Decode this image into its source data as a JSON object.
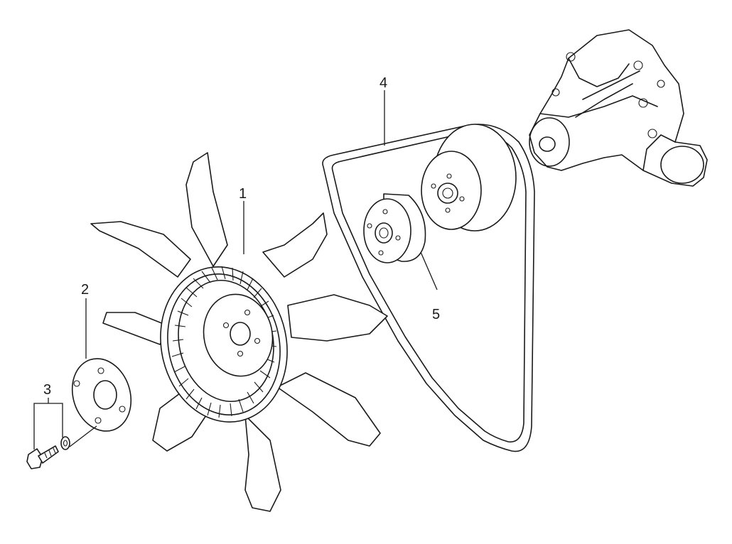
{
  "callouts": {
    "fan": "1",
    "spacer": "2",
    "bolt_washer": "3",
    "belt": "4",
    "pulley": "5"
  },
  "parts": [
    {
      "ref": "1",
      "name": "cooling-fan"
    },
    {
      "ref": "2",
      "name": "fan-spacer-plate"
    },
    {
      "ref": "3",
      "name": "bolt-and-washer"
    },
    {
      "ref": "4",
      "name": "v-belt"
    },
    {
      "ref": "5",
      "name": "idler-pulley"
    }
  ]
}
